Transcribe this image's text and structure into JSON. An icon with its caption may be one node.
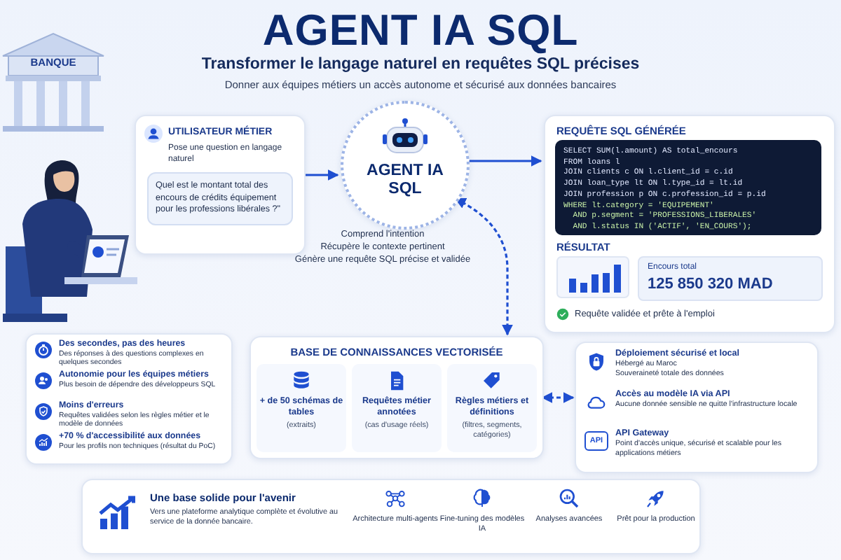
{
  "diagram": {
    "title": "AGENT IA SQL",
    "nodes": [
      {
        "text": [
          "UTILISATEUR MÉTIER",
          "Pose une question en langage naturel",
          "Quel est le montant total des encours de crédits équipement pour les professions libérales ?\""
        ]
      },
      {
        "text": [
          "AGENT IA SQL"
        ],
        "beside": [
          "Comprend l'intention",
          "Récupère le contexte pertinent",
          "Génère une requête SQL précise et validée"
        ]
      },
      {
        "text": [
          "REQUÊTE SQL GÉNÉRÉE",
          "SELECT SUM(l.amount) AS total_encours",
          "FROM loans l",
          "JOIN clients c ON l.client_id = c.id",
          "JOIN loan_type lt ON l.type_id = lt.id",
          "JOIN profession p ON c.profession_id = p.id",
          "WHERE lt.category = 'EQUIPEMENT'",
          "  AND p.segment = 'PROFESSIONS_LIBERALES'",
          "  AND l.status IN ('ACTIF', 'EN_COURS');",
          "RÉSULTAT",
          "Encours total",
          "125 850 320 MAD",
          "Requête validée et prête à l'emploi"
        ]
      },
      {
        "text": [
          "Des secondes, pas des heures",
          "Des réponses à des questions complexes en quelques secondes",
          "Autonomie pour les équipes métiers",
          "Plus besoin de dépendre des développeurs SQL",
          "Moins d'erreurs",
          "Requêtes validées selon les règles métier et le modèle de données",
          "+70 % d'accessibilité aux données",
          "Pour les profils non techniques (résultat du PoC)"
        ]
      },
      {
        "text": [
          "BASE DE CONNAISSANCES VECTORISÉE"
        ]
      },
      {
        "text": [
          "+ de 50 schémas de tables",
          "(extraits)"
        ],
        "in": 4
      },
      {
        "text": [
          "Requêtes métier annotées",
          "(cas d'usage réels)"
        ],
        "in": 4
      },
      {
        "text": [
          "Règles métiers et définitions",
          "(filtres, segments, catégories)"
        ],
        "in": 4
      },
      {
        "text": [
          "Déploiement sécurisé et local",
          "Hébergé au Maroc",
          "Souveraineté totale des données",
          "Accès au modèle IA via API",
          "Aucune donnée sensible ne quitte l'infrastructure locale",
          "API",
          "API Gateway",
          "Point d'accès unique, sécurisé et scalable pour les applications métiers"
        ]
      },
      {
        "text": [
          "Une base solide pour l'avenir",
          "Vers une plateforme analytique complète et évolutive au service de la donnée bancaire.",
          "Architecture multi-agents",
          "Fine-tuning des modèles IA",
          "Analyses avancées",
          "Prêt pour la production"
        ]
      }
    ],
    "edges": [
      {
        "from": 0,
        "to": 1,
        "arrow": "to"
      },
      {
        "from": 1,
        "to": 2,
        "arrow": "to"
      },
      {
        "from": 1,
        "to": 4,
        "arrow": "both",
        "style": "dashed"
      },
      {
        "from": 4,
        "to": 8,
        "arrow": "both",
        "style": "dashed"
      }
    ],
    "labels": [
      "Transformer le langage naturel en requêtes SQL précises",
      "Donner aux équipes métiers un accès autonome et sécurisé aux données bancaires",
      "BANQUE"
    ]
  }
}
